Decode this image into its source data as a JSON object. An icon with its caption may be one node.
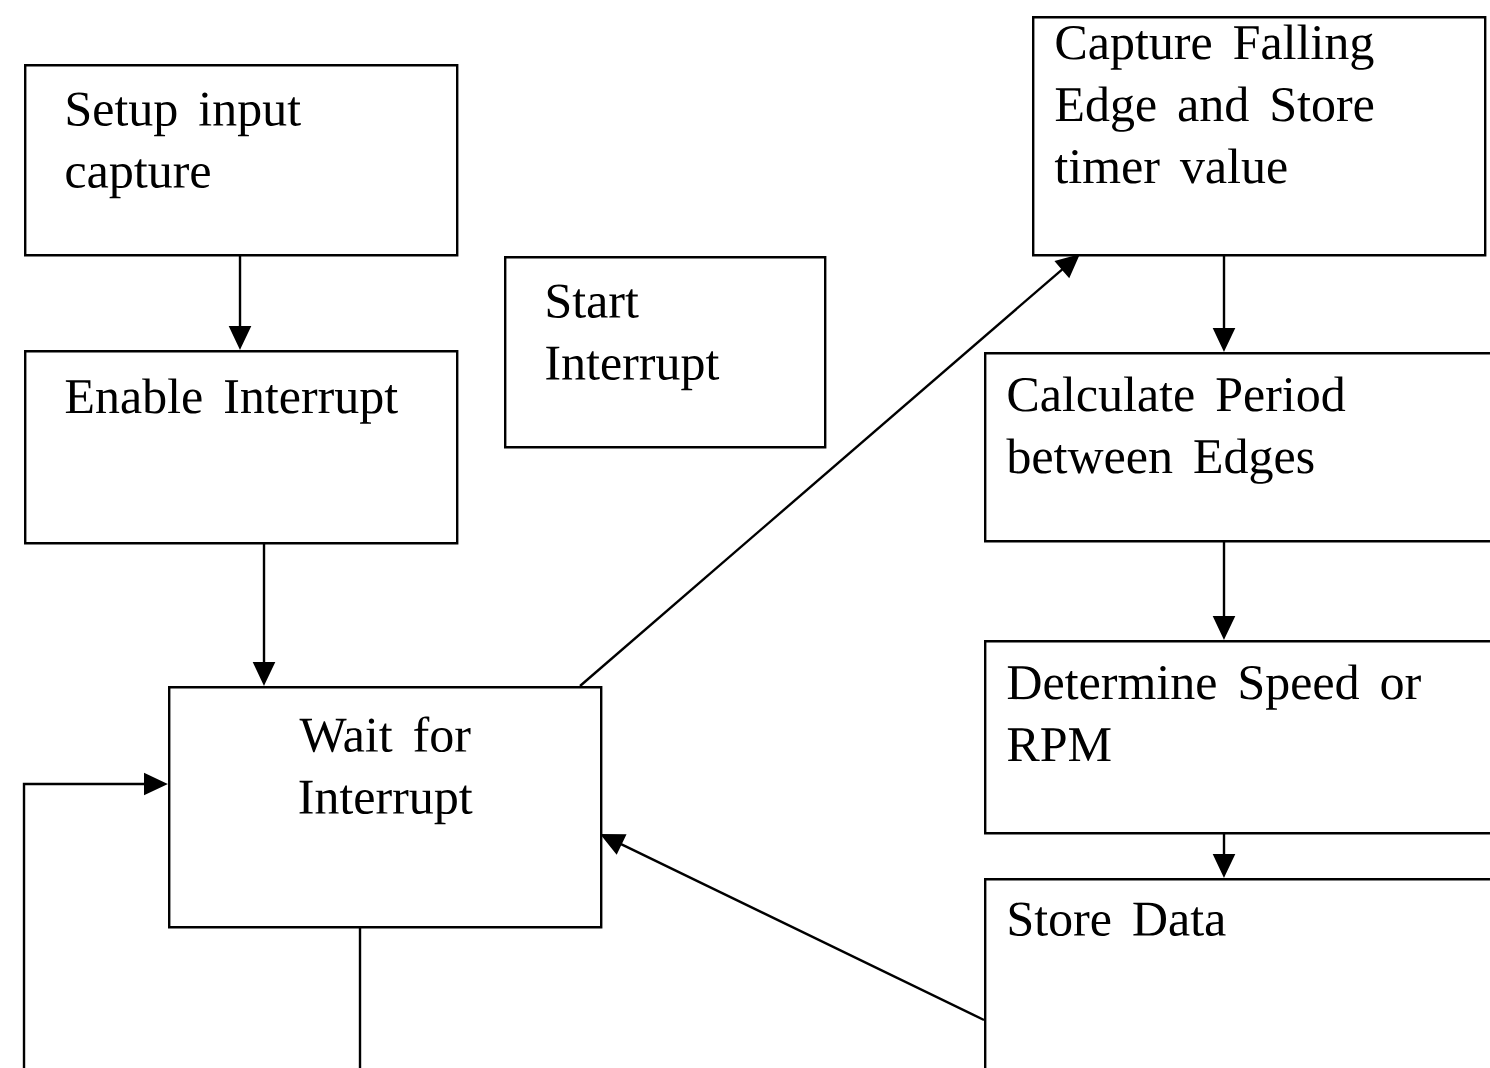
{
  "diagram": {
    "nodes": [
      {
        "text": [
          "Setup input capture"
        ]
      },
      {
        "text": [
          "Enable Interrupt"
        ]
      },
      {
        "text": [
          "Start Interrupt"
        ]
      },
      {
        "text": [
          "Wait for Interrupt"
        ]
      },
      {
        "text": [
          "Capture Falling Edge and Store timer value"
        ]
      },
      {
        "text": [
          "Calculate Period between Edges"
        ]
      },
      {
        "text": [
          "Determine Speed or RPM"
        ]
      },
      {
        "text": [
          "Store Data"
        ]
      }
    ],
    "edges": [
      {
        "from": 0,
        "to": 1,
        "arrow": "to"
      },
      {
        "from": 1,
        "to": 3,
        "arrow": "to"
      },
      {
        "from": 3,
        "to": 4,
        "arrow": "to"
      },
      {
        "from": 4,
        "to": 5,
        "arrow": "to"
      },
      {
        "from": 5,
        "to": 6,
        "arrow": "to"
      },
      {
        "from": 6,
        "to": 7,
        "arrow": "to"
      },
      {
        "from": 7,
        "to": 3,
        "arrow": "to"
      },
      {
        "from": 3,
        "to": null,
        "arrow": "none"
      },
      {
        "from": null,
        "to": 3,
        "arrow": "to"
      }
    ]
  }
}
